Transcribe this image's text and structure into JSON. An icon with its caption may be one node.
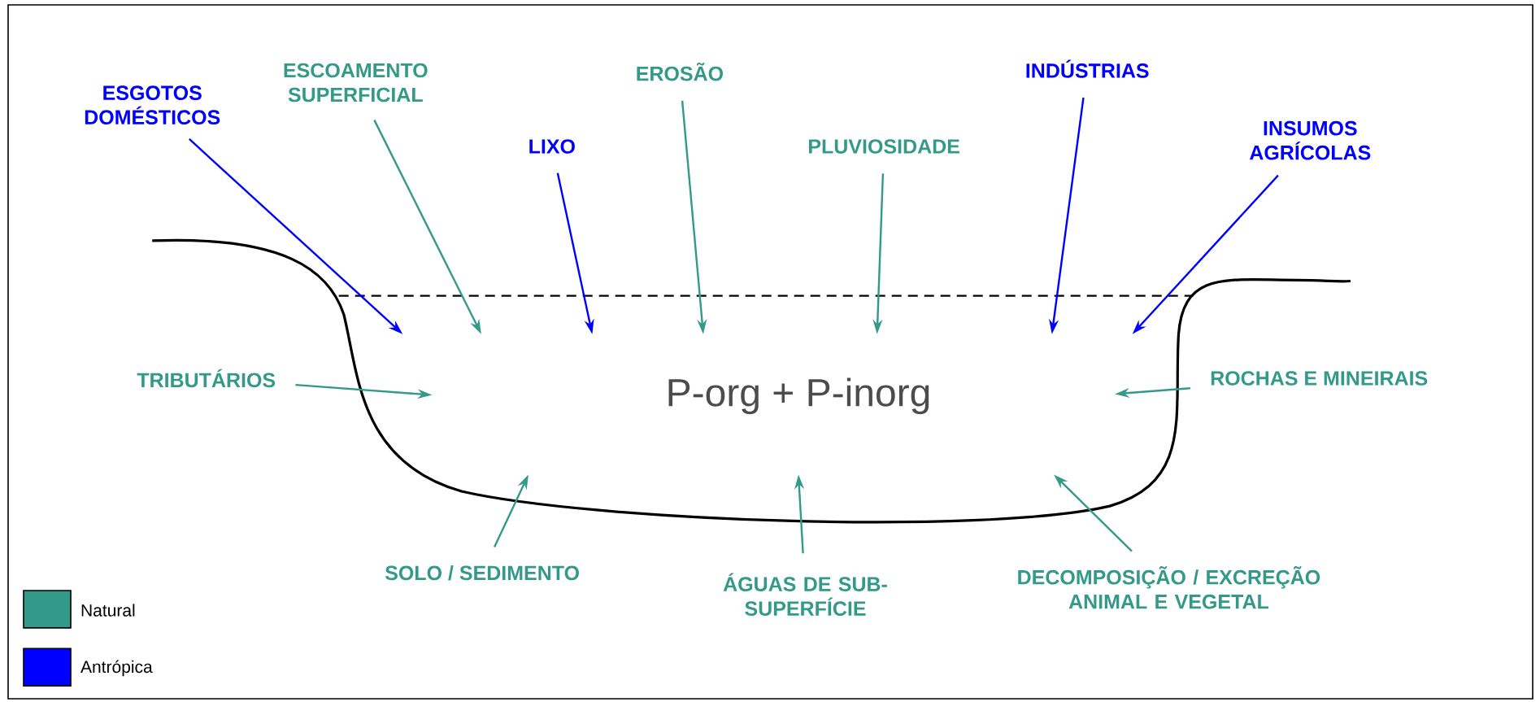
{
  "diagram": {
    "nodes": [
      {
        "text": [
          "ESGOTOS DOMÉSTICOS"
        ]
      },
      {
        "text": [
          "ESCOAMENTO SUPERFICIAL"
        ]
      },
      {
        "text": [
          "LIXO"
        ]
      },
      {
        "text": [
          "EROSÃO"
        ]
      },
      {
        "text": [
          "PLUVIOSIDADE"
        ]
      },
      {
        "text": [
          "INDÚSTRIAS"
        ]
      },
      {
        "text": [
          "INSUMOS AGRÍCOLAS"
        ]
      },
      {
        "text": [
          "TRIBUTÁRIOS"
        ]
      },
      {
        "text": [
          "P-org + P-inorg"
        ]
      },
      {
        "text": [
          "ROCHAS E MINEIRAIS"
        ]
      },
      {
        "text": [
          "SOLO / SEDIMENTO"
        ]
      },
      {
        "text": [
          "ÁGUAS DE SUB- SUPERFÍCIE"
        ]
      },
      {
        "text": [
          "DECOMPOSIÇÃO / EXCREÇÃO ANIMAL E VEGETAL"
        ]
      }
    ],
    "edges": [
      {
        "from": 0,
        "to": null,
        "arrow": "to",
        "color": "#0000ff"
      },
      {
        "from": 1,
        "to": null,
        "arrow": "to"
      },
      {
        "from": 2,
        "to": null,
        "arrow": "to",
        "color": "#0000ff"
      },
      {
        "from": 3,
        "to": null,
        "arrow": "to"
      },
      {
        "from": 4,
        "to": null,
        "arrow": "to"
      },
      {
        "from": 5,
        "to": null,
        "arrow": "to",
        "color": "#0000ff"
      },
      {
        "from": 6,
        "to": null,
        "arrow": "to",
        "color": "#0000ff"
      },
      {
        "from": 7,
        "to": null,
        "arrow": "to"
      },
      {
        "from": 9,
        "to": null,
        "arrow": "to"
      },
      {
        "from": 10,
        "to": null,
        "arrow": "to"
      },
      {
        "from": 11,
        "to": null,
        "arrow": "to"
      },
      {
        "from": 12,
        "to": null,
        "arrow": "to"
      }
    ],
    "legend": [
      {
        "text": "Natural",
        "color": "#339988"
      },
      {
        "text": "Antrópica",
        "color": "#0000ff"
      }
    ]
  }
}
